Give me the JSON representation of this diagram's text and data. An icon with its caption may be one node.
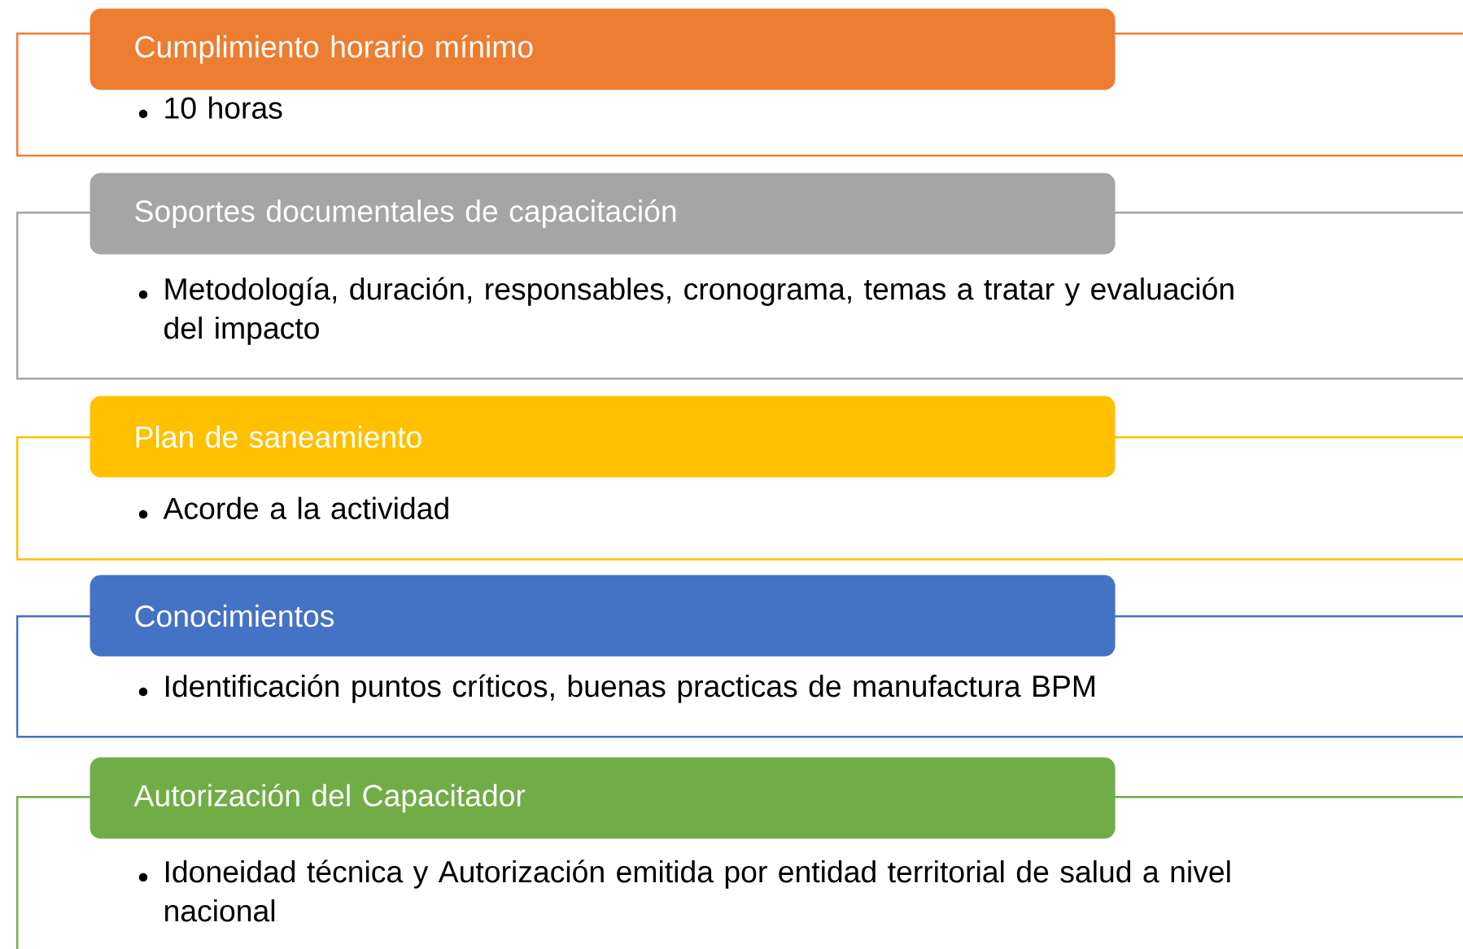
{
  "diagram": {
    "nodes": [
      {
        "text": [
          "Cumplimiento horario mínimo"
        ]
      },
      {
        "text": [
          "10 horas"
        ]
      },
      {
        "text": [
          "Soportes documentales de capacitación"
        ]
      },
      {
        "text": [
          "Metodología, duración, responsables, cronograma, temas a tratar y evaluación del impacto"
        ]
      },
      {
        "text": [
          "Plan de saneamiento"
        ]
      },
      {
        "text": [
          "Acorde a la actividad"
        ]
      },
      {
        "text": [
          "Conocimientos"
        ]
      },
      {
        "text": [
          "Identificación puntos críticos, buenas practicas de manufactura BPM"
        ]
      },
      {
        "text": [
          "Autorización del Capacitador"
        ]
      },
      {
        "text": [
          "Idoneidad técnica y Autorización emitida por entidad territorial de salud a nivel nacional"
        ]
      }
    ],
    "edges": []
  }
}
